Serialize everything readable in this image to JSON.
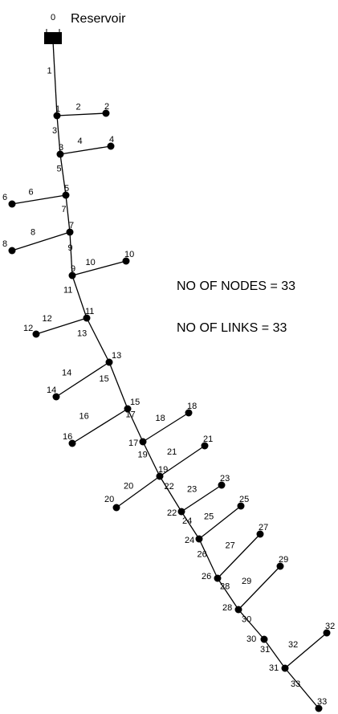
{
  "reservoir": {
    "node_id": "0",
    "label": "Reservoir"
  },
  "info": {
    "nodes_text": "NO OF NODES = 33",
    "links_text": "NO OF LINKS = 33"
  },
  "nodes": [
    {
      "id": "1"
    },
    {
      "id": "2"
    },
    {
      "id": "3"
    },
    {
      "id": "4"
    },
    {
      "id": "5"
    },
    {
      "id": "6"
    },
    {
      "id": "7"
    },
    {
      "id": "8"
    },
    {
      "id": "9"
    },
    {
      "id": "10"
    },
    {
      "id": "11"
    },
    {
      "id": "12"
    },
    {
      "id": "13"
    },
    {
      "id": "14"
    },
    {
      "id": "15"
    },
    {
      "id": "16"
    },
    {
      "id": "17"
    },
    {
      "id": "18"
    },
    {
      "id": "19"
    },
    {
      "id": "20"
    },
    {
      "id": "21"
    },
    {
      "id": "22"
    },
    {
      "id": "23"
    },
    {
      "id": "24"
    },
    {
      "id": "25"
    },
    {
      "id": "26"
    },
    {
      "id": "27"
    },
    {
      "id": "28"
    },
    {
      "id": "29"
    },
    {
      "id": "30"
    },
    {
      "id": "31"
    },
    {
      "id": "32"
    },
    {
      "id": "33"
    }
  ],
  "links": [
    {
      "id": "1",
      "from": "0",
      "to": "1"
    },
    {
      "id": "2",
      "from": "1",
      "to": "2"
    },
    {
      "id": "3",
      "from": "1",
      "to": "3"
    },
    {
      "id": "4",
      "from": "3",
      "to": "4"
    },
    {
      "id": "5",
      "from": "3",
      "to": "5"
    },
    {
      "id": "6",
      "from": "5",
      "to": "6"
    },
    {
      "id": "7",
      "from": "5",
      "to": "7"
    },
    {
      "id": "8",
      "from": "7",
      "to": "8"
    },
    {
      "id": "9",
      "from": "7",
      "to": "9"
    },
    {
      "id": "10",
      "from": "9",
      "to": "10"
    },
    {
      "id": "11",
      "from": "9",
      "to": "11"
    },
    {
      "id": "12",
      "from": "11",
      "to": "12"
    },
    {
      "id": "13",
      "from": "11",
      "to": "13"
    },
    {
      "id": "14",
      "from": "13",
      "to": "14"
    },
    {
      "id": "15",
      "from": "13",
      "to": "15"
    },
    {
      "id": "16",
      "from": "15",
      "to": "16"
    },
    {
      "id": "17",
      "from": "15",
      "to": "17"
    },
    {
      "id": "18",
      "from": "17",
      "to": "18"
    },
    {
      "id": "19",
      "from": "17",
      "to": "19"
    },
    {
      "id": "20",
      "from": "19",
      "to": "20"
    },
    {
      "id": "21",
      "from": "19",
      "to": "21"
    },
    {
      "id": "22",
      "from": "19",
      "to": "22"
    },
    {
      "id": "23",
      "from": "22",
      "to": "23"
    },
    {
      "id": "24",
      "from": "22",
      "to": "24"
    },
    {
      "id": "25",
      "from": "24",
      "to": "25"
    },
    {
      "id": "26",
      "from": "24",
      "to": "26"
    },
    {
      "id": "27",
      "from": "26",
      "to": "27"
    },
    {
      "id": "28",
      "from": "26",
      "to": "28"
    },
    {
      "id": "29",
      "from": "28",
      "to": "29"
    },
    {
      "id": "30",
      "from": "28",
      "to": "30"
    },
    {
      "id": "31",
      "from": "30",
      "to": "31"
    },
    {
      "id": "32",
      "from": "31",
      "to": "32"
    },
    {
      "id": "33",
      "from": "31",
      "to": "33"
    }
  ]
}
